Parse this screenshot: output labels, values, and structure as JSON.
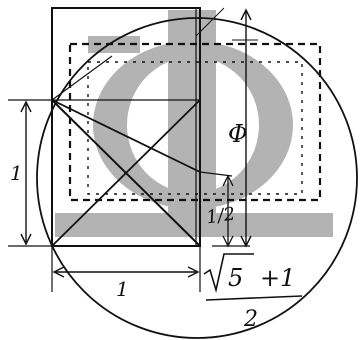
{
  "diagram": {
    "labels": {
      "phi": "Φ",
      "half": "1/2",
      "unit_vertical": "1",
      "unit_horizontal": "1",
      "formula_root": "5",
      "formula_plus_one": "+1",
      "formula_denominator": "2"
    },
    "colors": {
      "ink": "#111111",
      "grey_glyph": "#b3b3b3",
      "background": "#ffffff"
    },
    "icon": "phi-icon"
  }
}
